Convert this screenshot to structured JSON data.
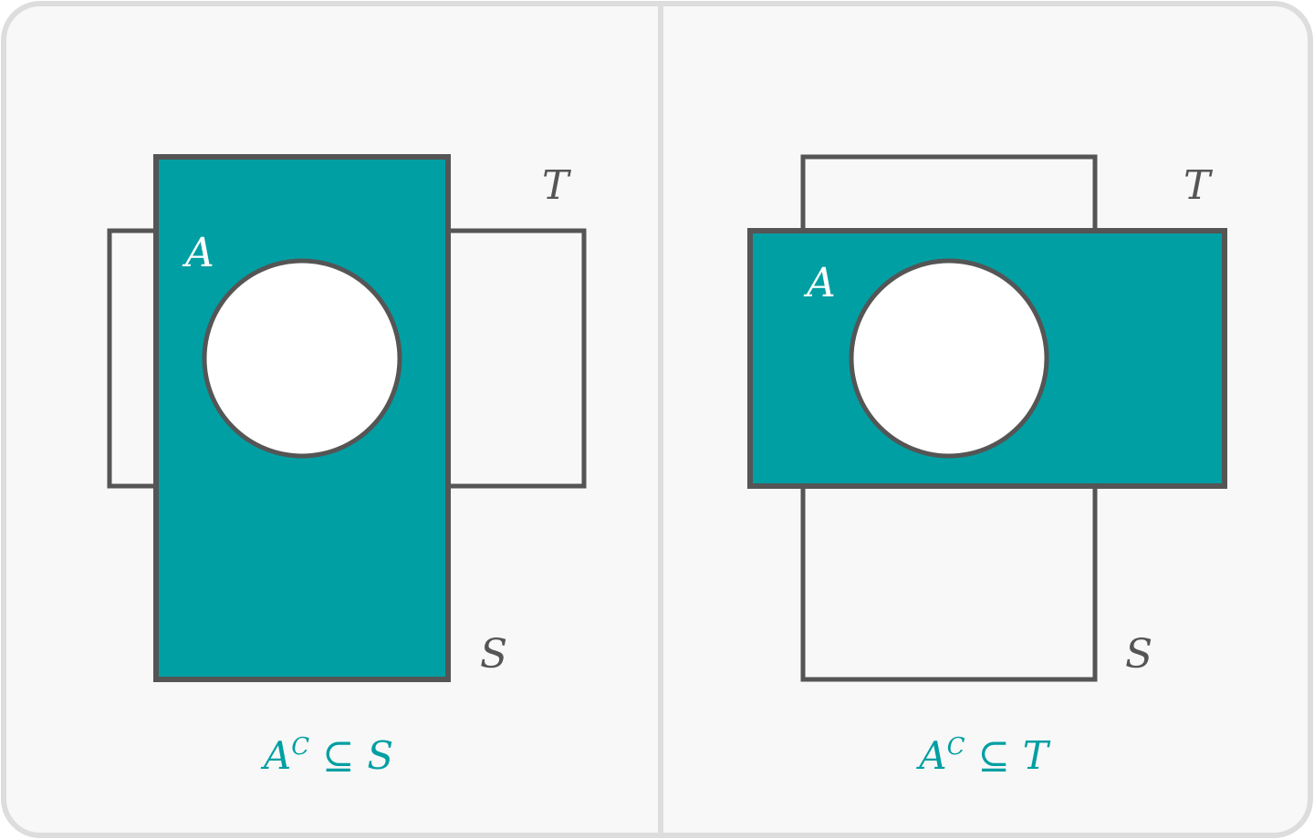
{
  "colors": {
    "panel_bg": "#f8f8f8",
    "frame": "#dddddd",
    "outline": "#555555",
    "fill": "#009fa3",
    "circle": "#ffffff",
    "label_on_fill": "#ffffff",
    "label_outline": "#555555",
    "caption": "#009fa3"
  },
  "panels": [
    {
      "set_s_label": "S",
      "set_t_label": "T",
      "set_a_label": "A",
      "caption": {
        "base": "A",
        "superscript": "C",
        "relation": "⊆",
        "target": "S"
      },
      "shaded_set": "S"
    },
    {
      "set_s_label": "S",
      "set_t_label": "T",
      "set_a_label": "A",
      "caption": {
        "base": "A",
        "superscript": "C",
        "relation": "⊆",
        "target": "T"
      },
      "shaded_set": "T"
    }
  ]
}
